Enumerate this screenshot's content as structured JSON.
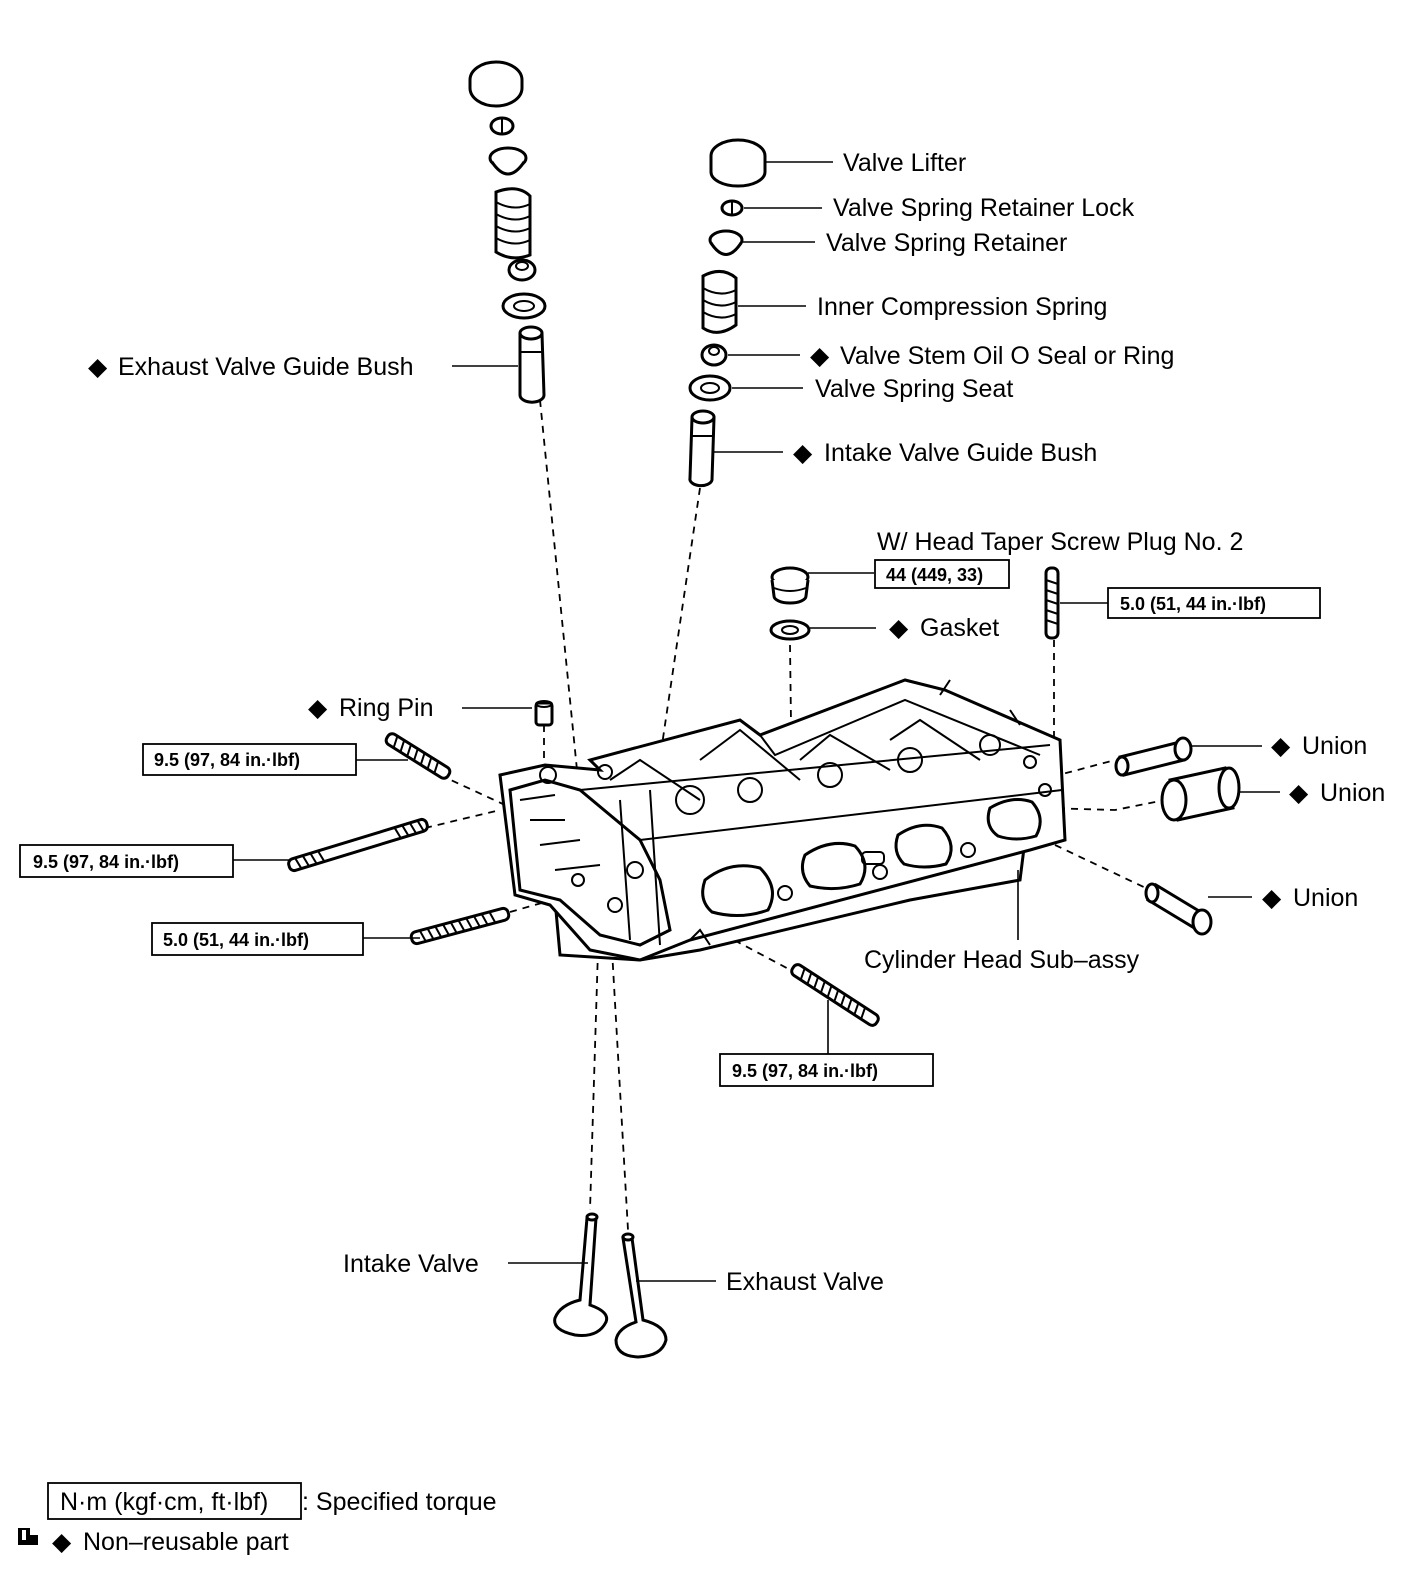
{
  "labels": {
    "valve_lifter": "Valve Lifter",
    "retainer_lock": "Valve Spring Retainer Lock",
    "retainer": "Valve Spring Retainer",
    "inner_spring": "Inner Compression Spring",
    "oil_seal": "Valve Stem Oil O Seal or Ring",
    "spring_seat": "Valve Spring Seat",
    "intake_guide_bush": "Intake Valve Guide Bush",
    "exhaust_guide_bush": "Exhaust Valve Guide Bush",
    "taper_plug": "W/ Head Taper Screw Plug No. 2",
    "gasket": "Gasket",
    "ring_pin": "Ring Pin",
    "union_1": "Union",
    "union_2": "Union",
    "union_3": "Union",
    "cylinder_head": "Cylinder Head Sub–assy",
    "intake_valve": "Intake Valve",
    "exhaust_valve": "Exhaust Valve"
  },
  "torques": {
    "plug": "44 (449, 33)",
    "stud_top_right": "5.0 (51, 44 in.·lbf)",
    "stud_left_top": "9.5 (97, 84 in.·lbf)",
    "stud_left_mid": "9.5 (97, 84 in.·lbf)",
    "stud_left_low": "5.0 (51, 44 in.·lbf)",
    "stud_bottom": "9.5 (97, 84 in.·lbf)"
  },
  "marker": "◆",
  "legend": {
    "torque_unit": "N·m (kgf·cm, ft·lbf)",
    "torque_text": ": Specified torque",
    "nonreusable_text": "Non–reusable part",
    "marker_icon": "non-reusable-diamond-icon"
  }
}
